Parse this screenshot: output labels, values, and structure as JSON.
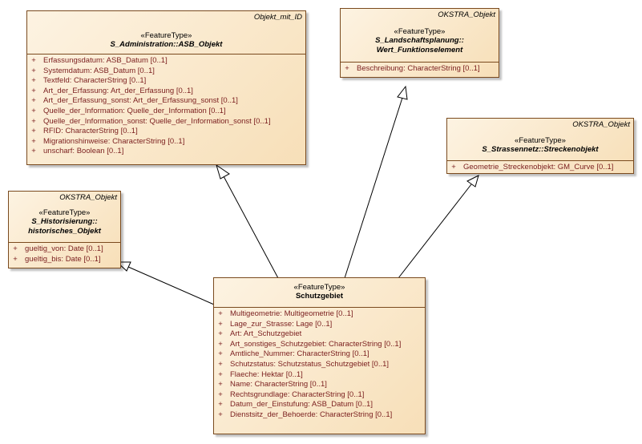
{
  "classes": {
    "asb": {
      "parent": "Objekt_mit_ID",
      "stereotype": "«FeatureType»",
      "name": "S_Administration::ASB_Objekt",
      "attributes": [
        {
          "vis": "+",
          "text": "Erfassungsdatum: ASB_Datum [0..1]"
        },
        {
          "vis": "+",
          "text": "Systemdatum: ASB_Datum [0..1]"
        },
        {
          "vis": "+",
          "text": "Textfeld: CharacterString [0..1]"
        },
        {
          "vis": "+",
          "text": "Art_der_Erfassung: Art_der_Erfassung [0..1]"
        },
        {
          "vis": "+",
          "text": "Art_der_Erfassung_sonst: Art_der_Erfassung_sonst [0..1]"
        },
        {
          "vis": "+",
          "text": "Quelle_der_Information: Quelle_der_Information [0..1]"
        },
        {
          "vis": "+",
          "text": "Quelle_der_Information_sonst: Quelle_der_Information_sonst [0..1]"
        },
        {
          "vis": "+",
          "text": "RFID: CharacterString [0..1]"
        },
        {
          "vis": "+",
          "text": "Migrationshinweise: CharacterString [0..1]"
        },
        {
          "vis": "+",
          "text": "unscharf: Boolean [0..1]"
        }
      ]
    },
    "wert": {
      "parent": "OKSTRA_Objekt",
      "stereotype": "«FeatureType»",
      "name_line1": "S_Landschaftsplanung::",
      "name_line2": "Wert_Funktionselement",
      "attributes": [
        {
          "vis": "+",
          "text": "Beschreibung: CharacterString [0..1]"
        }
      ]
    },
    "strecke": {
      "parent": "OKSTRA_Objekt",
      "stereotype": "«FeatureType»",
      "name": "S_Strassennetz::Streckenobjekt",
      "attributes": [
        {
          "vis": "+",
          "text": "Geometrie_Streckenobjekt: GM_Curve [0..1]"
        }
      ]
    },
    "hist": {
      "parent": "OKSTRA_Objekt",
      "stereotype": "«FeatureType»",
      "name_line1": "S_Historisierung::",
      "name_line2": "historisches_Objekt",
      "attributes": [
        {
          "vis": "+",
          "text": "gueltig_von: Date [0..1]"
        },
        {
          "vis": "+",
          "text": "gueltig_bis: Date [0..1]"
        }
      ]
    },
    "schutz": {
      "stereotype": "«FeatureType»",
      "name": "Schutzgebiet",
      "attributes": [
        {
          "vis": "+",
          "text": "Multigeometrie: Multigeometrie [0..1]"
        },
        {
          "vis": "+",
          "text": "Lage_zur_Strasse: Lage [0..1]"
        },
        {
          "vis": "+",
          "text": "Art: Art_Schutzgebiet"
        },
        {
          "vis": "+",
          "text": "Art_sonstiges_Schutzgebiet: CharacterString [0..1]"
        },
        {
          "vis": "+",
          "text": "Amtliche_Nummer: CharacterString [0..1]"
        },
        {
          "vis": "+",
          "text": "Schutzstatus: Schutzstatus_Schutzgebiet [0..1]"
        },
        {
          "vis": "+",
          "text": "Flaeche: Hektar [0..1]"
        },
        {
          "vis": "+",
          "text": "Name: CharacterString [0..1]"
        },
        {
          "vis": "+",
          "text": "Rechtsgrundlage: CharacterString [0..1]"
        },
        {
          "vis": "+",
          "text": "Datum_der_Einstufung: ASB_Datum [0..1]"
        },
        {
          "vis": "+",
          "text": "Dienstsitz_der_Behoerde: CharacterString [0..1]"
        }
      ]
    }
  },
  "colors": {
    "border": "#7a4a1e",
    "attribute_text": "#7a1e1e",
    "fill_light": "#fdf3e2",
    "fill_dark": "#f7dfb8"
  }
}
